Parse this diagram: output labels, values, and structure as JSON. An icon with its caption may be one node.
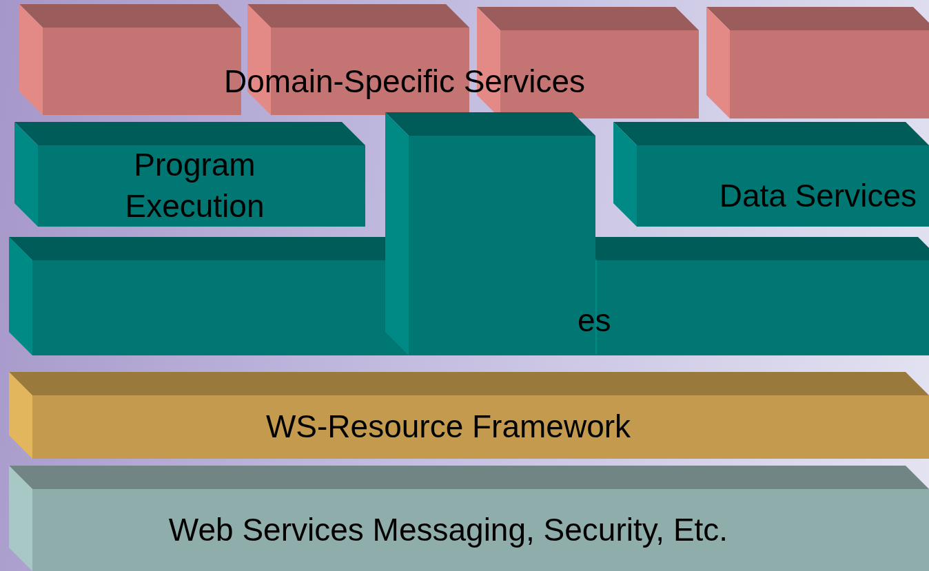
{
  "diagram": {
    "nodes": [
      {
        "text": [],
        "shape": "box"
      },
      {
        "text": [],
        "shape": "box"
      },
      {
        "text": [],
        "shape": "box"
      },
      {
        "text": [],
        "shape": "box"
      },
      {
        "text": [
          "Program Execution"
        ]
      },
      {
        "text": [],
        "shape": "box"
      },
      {
        "text": [
          "Data Services"
        ]
      },
      {
        "text": [],
        "shape": "box"
      },
      {
        "text": [],
        "shape": "box"
      },
      {
        "text": [
          "WS-Resource Framework"
        ]
      },
      {
        "text": [
          "Web Services Messaging, Security, Etc."
        ]
      }
    ],
    "labels": [
      "Domain-Specific Services",
      "es"
    ]
  }
}
